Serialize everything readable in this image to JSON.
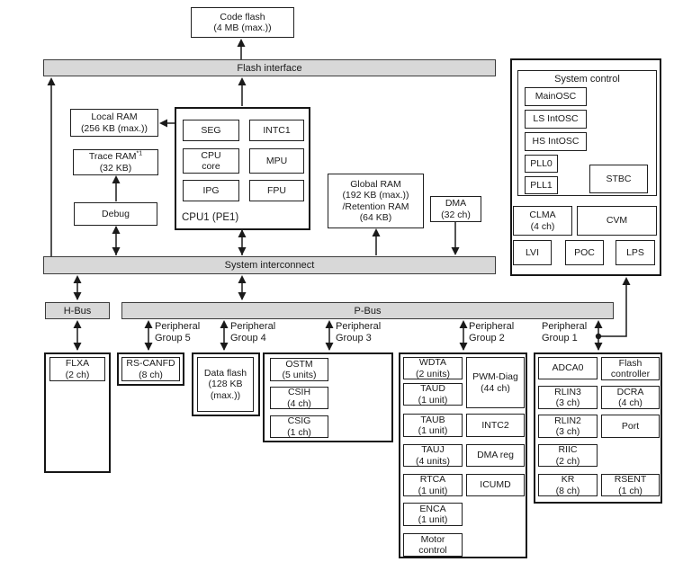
{
  "colors": {
    "bus_fill": "#d8d8d8",
    "line": "#1a1a1a",
    "box_bg": "#ffffff"
  },
  "buses": {
    "flash_interface": "Flash interface",
    "system_interconnect": "System interconnect",
    "h_bus": "H-Bus",
    "p_bus": "P-Bus"
  },
  "top": {
    "code_flash": [
      "Code flash",
      "(4 MB (max.))"
    ]
  },
  "left": {
    "local_ram": [
      "Local RAM",
      "(256 KB (max.))"
    ],
    "trace_ram_name": "Trace RAM",
    "trace_ram_sup": "*1",
    "trace_ram_size": "(32 KB)",
    "debug": "Debug"
  },
  "cpu1": {
    "label": "CPU1 (PE1)",
    "seg": "SEG",
    "intc1": "INTC1",
    "cpu_core": [
      "CPU",
      "core"
    ],
    "mpu": "MPU",
    "ipg": "IPG",
    "fpu": "FPU"
  },
  "ram_dma": {
    "global_ram": [
      "Global RAM",
      "(192 KB (max.))",
      "/Retention RAM",
      "(64 KB)"
    ],
    "dma": [
      "DMA",
      "(32 ch)"
    ]
  },
  "system_control": {
    "title": "System control",
    "mainosc": "MainOSC",
    "ls_intosc": "LS IntOSC",
    "hs_intosc": "HS IntOSC",
    "pll0": "PLL0",
    "pll1": "PLL1",
    "stbc": "STBC",
    "clma": [
      "CLMA",
      "(4 ch)"
    ],
    "cvm": "CVM",
    "lvi": "LVI",
    "poc": "POC",
    "lps": "LPS"
  },
  "peripheral_labels": {
    "line1": "Peripheral",
    "g5": "Group 5",
    "g4": "Group 4",
    "g3": "Group 3",
    "g2": "Group 2",
    "g1": "Group 1"
  },
  "group_flxa": {
    "flxa": [
      "FLXA",
      "(2 ch)"
    ]
  },
  "group5": {
    "rs_canfd": [
      "RS-CANFD",
      "(8 ch)"
    ]
  },
  "group4": {
    "data_flash": [
      "Data flash",
      "(128 KB",
      "(max.))"
    ]
  },
  "group3": {
    "ostm": [
      "OSTM",
      "(5 units)"
    ],
    "csih": [
      "CSIH",
      "(4 ch)"
    ],
    "csig": [
      "CSIG",
      "(1 ch)"
    ]
  },
  "group2": {
    "wdta": [
      "WDTA",
      "(2 units)"
    ],
    "taud": [
      "TAUD",
      "(1 unit)"
    ],
    "taub": [
      "TAUB",
      "(1 unit)"
    ],
    "tauj": [
      "TAUJ",
      "(4 units)"
    ],
    "rtca": [
      "RTCA",
      "(1 unit)"
    ],
    "enca": [
      "ENCA",
      "(1 unit)"
    ],
    "motor": [
      "Motor",
      "control"
    ],
    "pwm_diag": [
      "PWM-Diag",
      "(44 ch)"
    ],
    "intc2": "INTC2",
    "dma_reg": "DMA reg",
    "icumd": "ICUMD"
  },
  "group1": {
    "adca0": "ADCA0",
    "rlin3": [
      "RLIN3",
      "(3 ch)"
    ],
    "rlin2": [
      "RLIN2",
      "(3 ch)"
    ],
    "riic": [
      "RIIC",
      "(2 ch)"
    ],
    "kr": [
      "KR",
      "(8 ch)"
    ],
    "flash_controller": [
      "Flash",
      "controller"
    ],
    "dcra": [
      "DCRA",
      "(4 ch)"
    ],
    "port": "Port",
    "rsent": [
      "RSENT",
      "(1 ch)"
    ]
  }
}
